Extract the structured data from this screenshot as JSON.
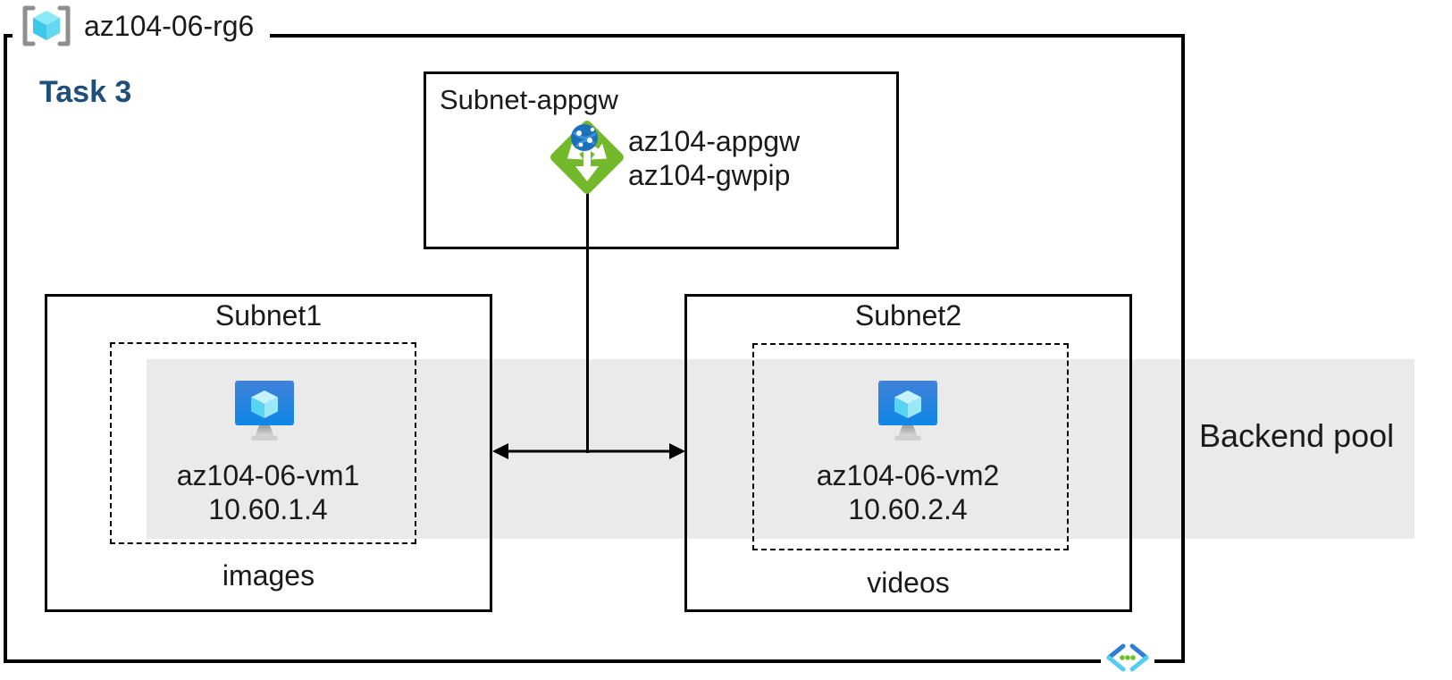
{
  "resource_group": {
    "title": "az104-06-rg6"
  },
  "task_label": "Task 3",
  "appgw_subnet": {
    "title": "Subnet-appgw",
    "gateway_name": "az104-appgw",
    "gateway_pip": "az104-gwpip"
  },
  "subnet1": {
    "title": "Subnet1",
    "vm_name": "az104-06-vm1",
    "vm_ip": "10.60.1.4",
    "caption": "images"
  },
  "subnet2": {
    "title": "Subnet2",
    "vm_name": "az104-06-vm2",
    "vm_ip": "10.60.2.4",
    "caption": "videos"
  },
  "backend_pool": {
    "label": "Backend pool"
  },
  "icons": {
    "resource_group": "resource-group-brackets-cube-icon",
    "app_gateway": "application-gateway-icon",
    "virtual_machine": "virtual-machine-monitor-icon",
    "virtual_network": "virtual-network-chevrons-icon"
  },
  "colors": {
    "task_heading": "#1e4e79",
    "backend_band": "#eaeaea",
    "appgw_green": "#74b82c",
    "vm_screen_blue_top": "#3f81d8",
    "vm_screen_blue_bottom": "#0f86e6",
    "cube_cyan": "#50e6ff",
    "bracket_gray": "#8f8f8f",
    "vnet_blue_dark": "#2e7ed6",
    "vnet_blue_light": "#55cdf2",
    "vnet_dot_green": "#6bbf27",
    "line_black": "#000000"
  }
}
